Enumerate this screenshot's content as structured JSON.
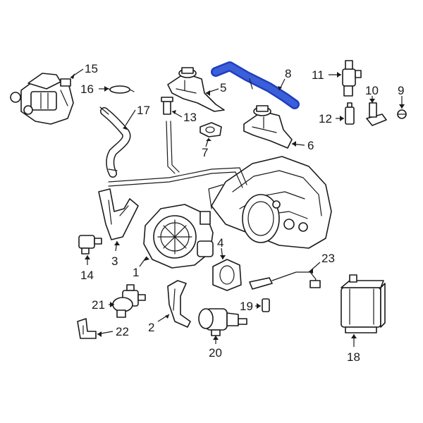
{
  "colors": {
    "highlight": "#1f3fbf",
    "highlight_fill": "#3a5fd8",
    "line": "#1a1a1a"
  },
  "highlighted_part": "8",
  "callouts": {
    "c1": "1",
    "c2": "2",
    "c3": "3",
    "c4": "4",
    "c5": "5",
    "c6": "6",
    "c7": "7",
    "c8": "8",
    "c9": "9",
    "c10": "10",
    "c11": "11",
    "c12": "12",
    "c13": "13",
    "c14": "14",
    "c15": "15",
    "c16": "16",
    "c17": "17",
    "c18": "18",
    "c19": "19",
    "c20": "20",
    "c21": "21",
    "c22": "22",
    "c23": "23"
  }
}
